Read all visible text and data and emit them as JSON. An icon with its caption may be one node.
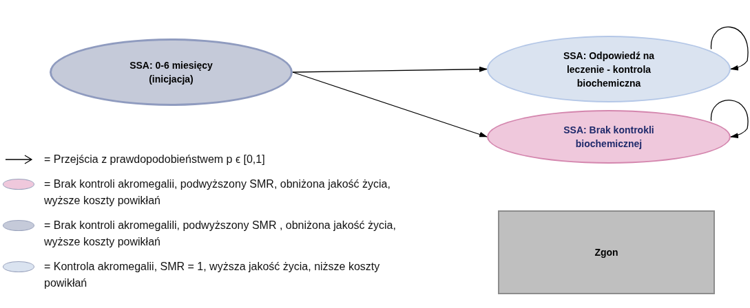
{
  "diagram": {
    "nodes": [
      {
        "text": [
          "SSA: 0-6 miesięcy (inicjacja)"
        ]
      },
      {
        "text": [
          "SSA: Odpowiedź na leczenie - kontrola biochemiczna"
        ]
      },
      {
        "text": [
          "SSA: Brak kontrokli biochemicznej"
        ]
      },
      {
        "text": [
          "Zgon"
        ]
      }
    ],
    "edges": [
      {
        "from": 0,
        "to": 1,
        "arrow": "to"
      },
      {
        "from": 0,
        "to": 2,
        "arrow": "to"
      },
      {
        "from": 1,
        "to": 1,
        "arrow": "to"
      },
      {
        "from": 2,
        "to": 2,
        "arrow": "to"
      }
    ],
    "legend": [
      {
        "text": "= Przejścia z prawdopodobieństwem p ϵ [0,1]"
      },
      {
        "text": "= Brak kontroli akromegalii, podwyższony SMR, obniżona jakość życia, wyższe koszty powikłań",
        "color": "#efc8dc"
      },
      {
        "text": "= Brak kontroli akromegalili, podwyższony SMR , obniżona jakość życia, wyższe koszty powikłań",
        "color": "#c5cad9"
      },
      {
        "text": "= Kontrola akromegalii, SMR = 1, wyższa jakość życia, niższe koszty powikłań",
        "color": "#dae3f0"
      }
    ]
  }
}
